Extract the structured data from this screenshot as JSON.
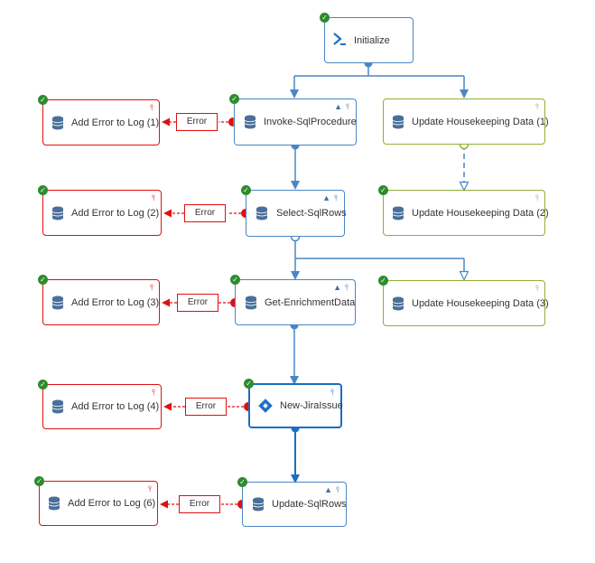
{
  "nodes": {
    "initialize": {
      "label": "Initialize"
    },
    "invoke_sql": {
      "label": "Invoke-SqlProcedure"
    },
    "select_sql": {
      "label": "Select-SqlRows"
    },
    "get_enrich": {
      "label": "Get-EnrichmentData"
    },
    "new_jira": {
      "label": "New-JiraIssue"
    },
    "update_sql": {
      "label": "Update-SqlRows"
    },
    "err1": {
      "label": "Add Error to Log (1)"
    },
    "err2": {
      "label": "Add Error to Log (2)"
    },
    "err3": {
      "label": "Add Error to Log (3)"
    },
    "err4": {
      "label": "Add Error to Log (4)"
    },
    "err6": {
      "label": "Add Error to Log (6)"
    },
    "hk1": {
      "label": "Update Housekeeping Data (1)"
    },
    "hk2": {
      "label": "Update Housekeeping Data (2)"
    },
    "hk3": {
      "label": "Update Housekeeping Data (3)"
    }
  },
  "error_link_label": "Error",
  "colors": {
    "blue": "#4a86c5",
    "red": "#e01010",
    "green": "#8fb032",
    "check": "#2e8b2e"
  }
}
